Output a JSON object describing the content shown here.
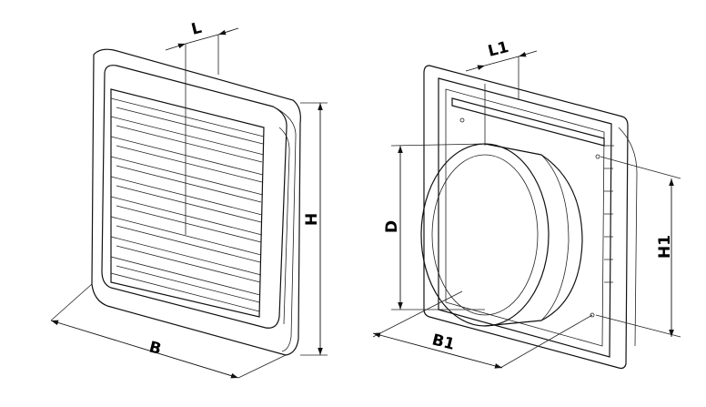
{
  "labels": {
    "L": "L",
    "H": "H",
    "B": "B",
    "L1": "L1",
    "D": "D",
    "H1": "H1",
    "B1": "B1"
  },
  "colors": {
    "stroke": "#111111",
    "background": "#ffffff"
  }
}
